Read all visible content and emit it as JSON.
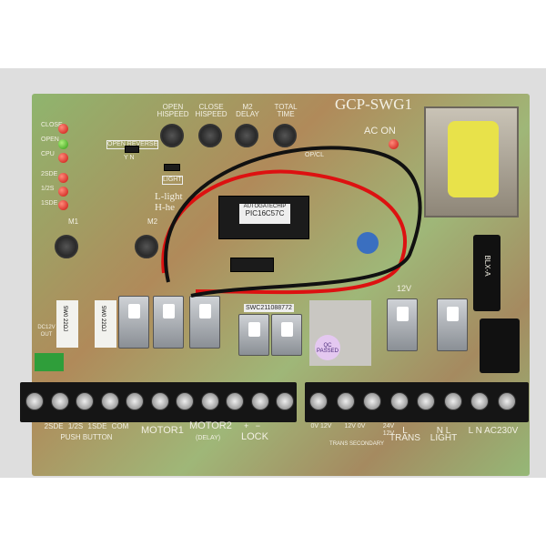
{
  "board": {
    "model": "GCP-SWG1",
    "ac_on": "AC ON",
    "status_leds": [
      "CLOSE",
      "OPEN",
      "CPU",
      "2SDE",
      "1/2S",
      "1SDE"
    ],
    "pots": [
      {
        "label": "OPEN\nHISPEED"
      },
      {
        "label": "CLOSE\nHISPEED"
      },
      {
        "label": "M2\nDELAY"
      },
      {
        "label": "TOTAL\nTIME"
      }
    ],
    "jumpers": {
      "open_reverse": "OPEN REVERSE",
      "yn": "Y N",
      "light": "LIGHT",
      "op_cl": "OP/CL"
    },
    "notes": [
      "L-light",
      "H-he"
    ],
    "motor_labels": [
      "M1",
      "M2"
    ],
    "chip": {
      "maker": "AUTOGATECHIP",
      "part": "PIC16C57C"
    },
    "serial_sticker": "SWC211088772",
    "qc_sticker": "QC PASSED",
    "fuse": "BLX-A",
    "resistors": [
      "5W0 22ΩJ",
      "5W0 22ΩJ"
    ],
    "dc_label": "DC12V OUT",
    "relay_label": "12V",
    "terminal_labels": {
      "push_button": [
        "2SDE",
        "1/2S",
        "1SDE",
        "COM"
      ],
      "push_button_caption": "PUSH BUTTON",
      "motor1": "MOTOR1",
      "motor2": "MOTOR2",
      "motor2_sub": "(DELAY)",
      "lock": "LOCK",
      "lock_pm": "+   −",
      "trans_secondary": [
        "0V 12V",
        "12V 0V",
        "24V 12V"
      ],
      "trans_secondary_caption": "TRANS SECONDARY",
      "trans": "L TRANS",
      "light": "N L LIGHT",
      "ac": "L N AC230V"
    }
  }
}
